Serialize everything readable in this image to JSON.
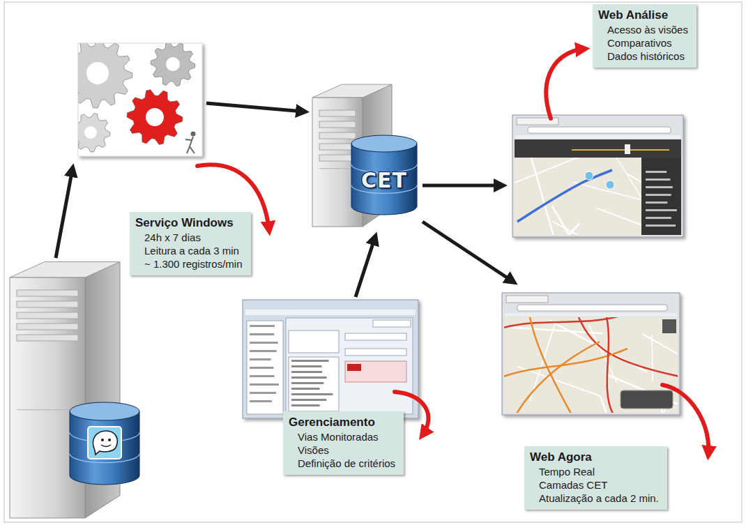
{
  "diagram": {
    "nodes": [
      {
        "text": [
          "Web Análise",
          "Acesso às visões",
          "Comparativos",
          "Dados históricos"
        ]
      },
      {
        "text": [
          "CET"
        ]
      },
      {
        "text": [
          "Serviço Windows",
          "24h x 7 dias",
          "Leitura a cada 3 min",
          "~ 1.300 registros/min"
        ]
      },
      {
        "text": [
          "Gerenciamento",
          "Vias Monitoradas",
          "Visões",
          "Definição de critérios"
        ]
      },
      {
        "text": [
          "Web Agora",
          "Tempo Real",
          "Camadas CET",
          "Atualização a cada 2 min."
        ]
      }
    ]
  }
}
